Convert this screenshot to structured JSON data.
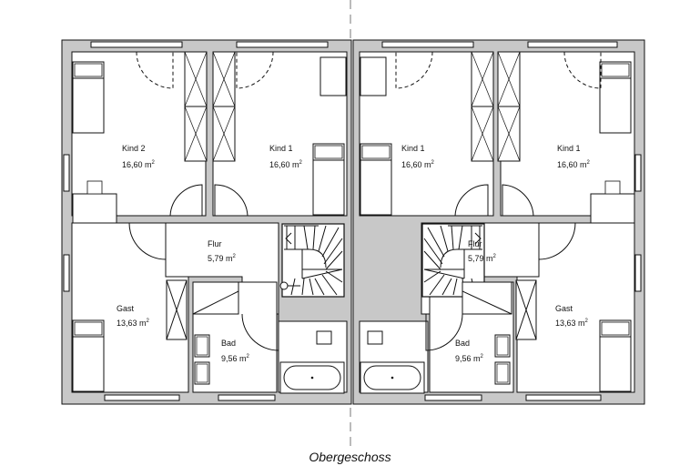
{
  "plan": {
    "caption": "Obergeschoss",
    "wall_color": "#c8c8c8",
    "line_color": "#1a1a1a",
    "rooms": [
      {
        "id": "kind2-left",
        "name": "Kind 2",
        "area": "16,60 m",
        "unit_sup": "2"
      },
      {
        "id": "kind1-left",
        "name": "Kind 1",
        "area": "16,60 m",
        "unit_sup": "2"
      },
      {
        "id": "kind1-right-a",
        "name": "Kind 1",
        "area": "16,60 m",
        "unit_sup": "2"
      },
      {
        "id": "kind1-right-b",
        "name": "Kind 1",
        "area": "16,60 m",
        "unit_sup": "2"
      },
      {
        "id": "flur-left",
        "name": "Flur",
        "area": "5,79 m",
        "unit_sup": "2"
      },
      {
        "id": "flur-right",
        "name": "Flur",
        "area": "5,79 m",
        "unit_sup": "2"
      },
      {
        "id": "gast-left",
        "name": "Gast",
        "area": "13,63 m",
        "unit_sup": "2"
      },
      {
        "id": "gast-right",
        "name": "Gast",
        "area": "13,63 m",
        "unit_sup": "2"
      },
      {
        "id": "bad-left",
        "name": "Bad",
        "area": "9,56 m",
        "unit_sup": "2"
      },
      {
        "id": "bad-right",
        "name": "Bad",
        "area": "9,56 m",
        "unit_sup": "2"
      }
    ]
  }
}
